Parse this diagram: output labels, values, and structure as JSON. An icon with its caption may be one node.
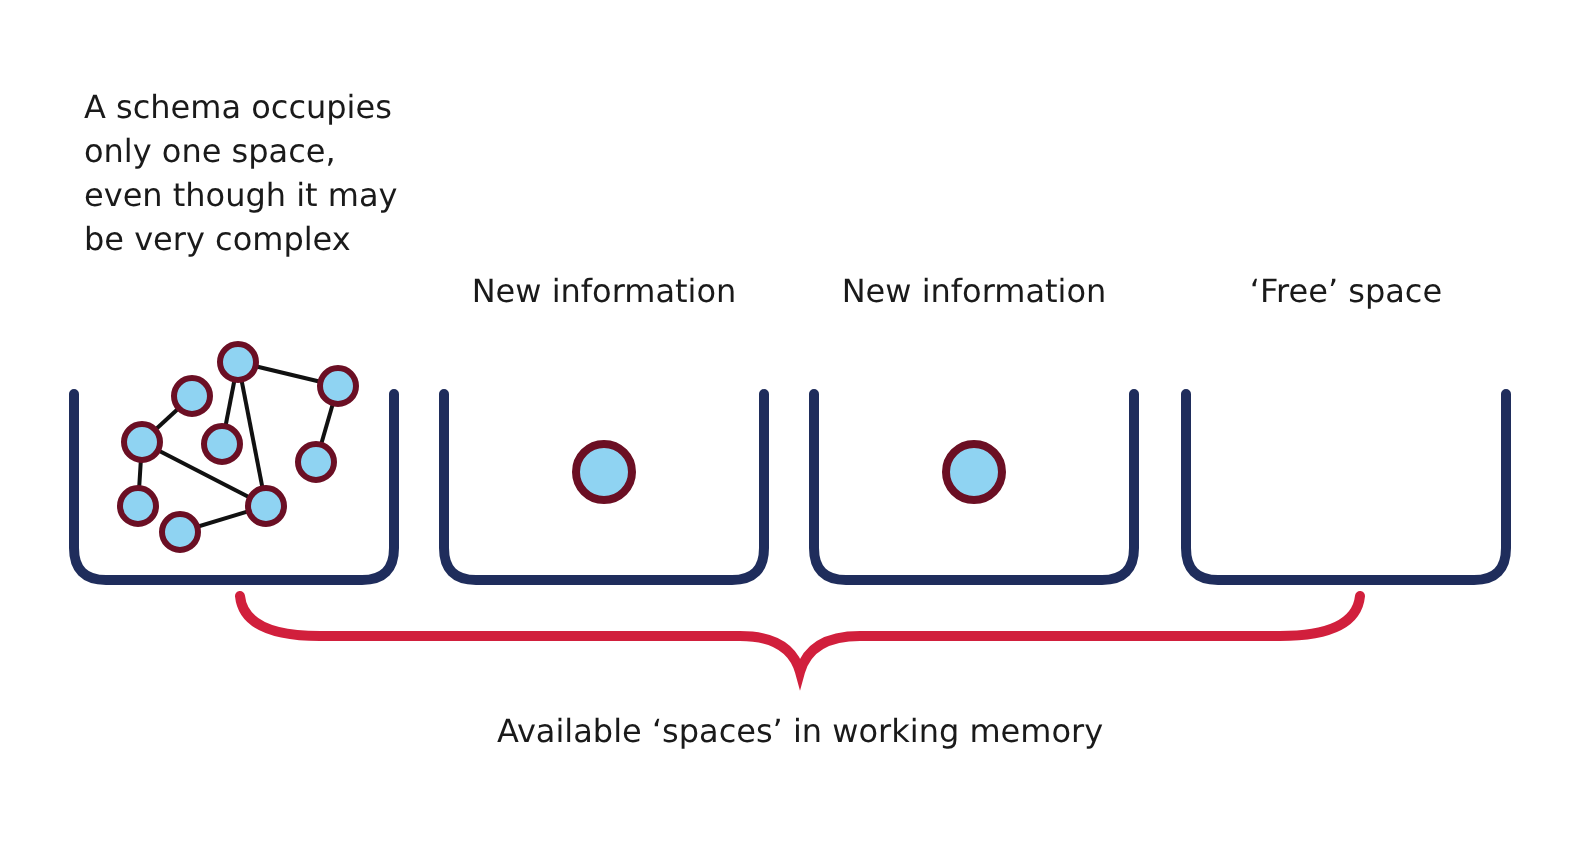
{
  "diagram": {
    "labels": [
      "A schema occupies only one space, even though it may be very complex",
      "New information",
      "New information",
      "‘Free’ space",
      "Available ‘spaces’ in working memory"
    ]
  }
}
